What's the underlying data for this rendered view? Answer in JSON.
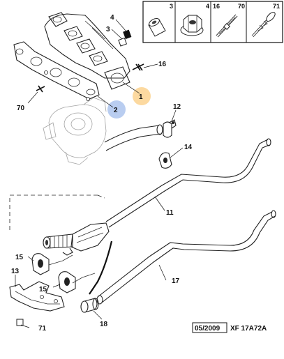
{
  "header_refs": [
    "3",
    "4",
    "16",
    "70",
    "71"
  ],
  "callouts": {
    "c1": "1",
    "c2": "2",
    "c3": "3",
    "c4": "4",
    "c16": "16",
    "c70": "70",
    "c12": "12",
    "c14": "14",
    "c11": "11",
    "c15a": "15",
    "c15b": "15",
    "c13": "13",
    "c17": "17",
    "c18": "18",
    "c71": "71"
  },
  "highlight_colors": {
    "orange": "#fcd9a0",
    "blue": "#b9cdf0"
  },
  "footer": {
    "date": "05/2009",
    "code": "XF 17A72A"
  }
}
